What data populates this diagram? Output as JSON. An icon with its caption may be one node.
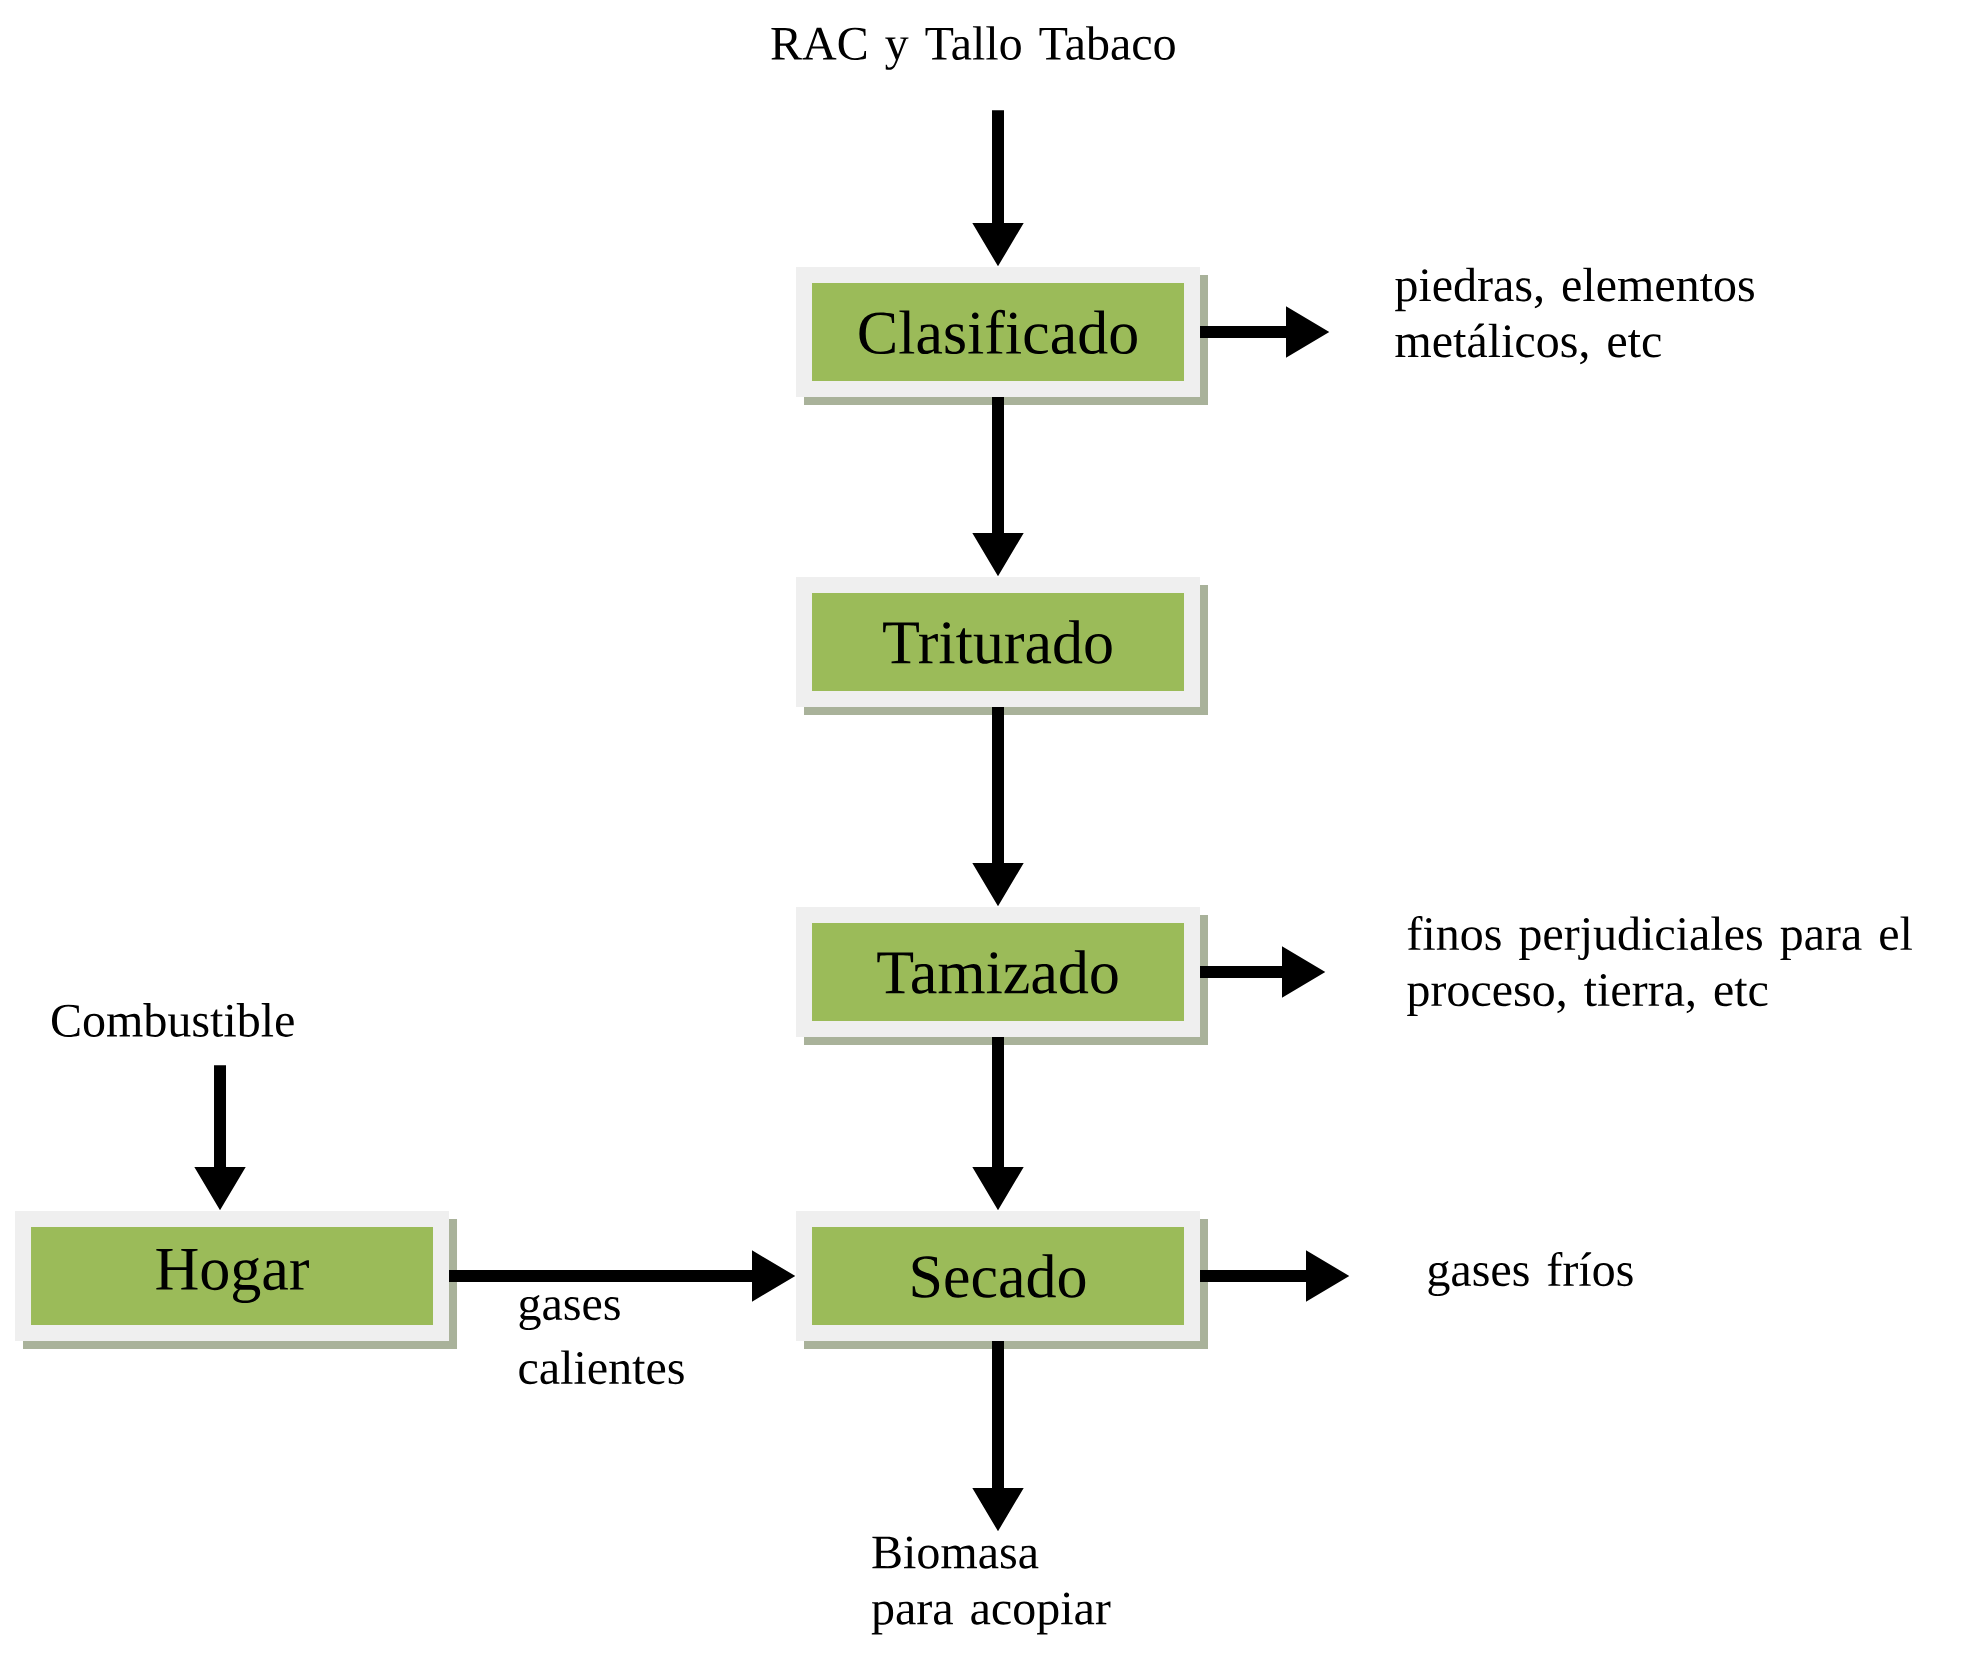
{
  "diagram": {
    "nodes": [
      {
        "text": [
          "RAC y Tallo Tabaco"
        ]
      },
      {
        "text": [
          "Clasificado"
        ]
      },
      {
        "text": [
          "piedras, elementos metálicos, etc"
        ]
      },
      {
        "text": [
          "Triturado"
        ]
      },
      {
        "text": [
          "Tamizado"
        ]
      },
      {
        "text": [
          "finos perjudiciales para el proceso, tierra, etc"
        ]
      },
      {
        "text": [
          "Combustible"
        ]
      },
      {
        "text": [
          "Hogar"
        ]
      },
      {
        "text": [
          "Secado"
        ]
      },
      {
        "text": [
          "gases fríos"
        ]
      },
      {
        "text": [
          "Biomasa para acopiar"
        ]
      }
    ],
    "edges": [
      {
        "from": 0,
        "to": 1,
        "arrow": "to"
      },
      {
        "from": 1,
        "to": 2,
        "arrow": "to"
      },
      {
        "from": 1,
        "to": 3,
        "arrow": "to"
      },
      {
        "from": 3,
        "to": 4,
        "arrow": "to"
      },
      {
        "from": 4,
        "to": 5,
        "arrow": "to"
      },
      {
        "from": 4,
        "to": 8,
        "arrow": "to"
      },
      {
        "from": 6,
        "to": 7,
        "arrow": "to"
      },
      {
        "from": 7,
        "to": 8,
        "arrow": "to",
        "label": "gases calientes"
      },
      {
        "from": 8,
        "to": 9,
        "arrow": "to"
      },
      {
        "from": 8,
        "to": 10,
        "arrow": "to"
      }
    ]
  }
}
